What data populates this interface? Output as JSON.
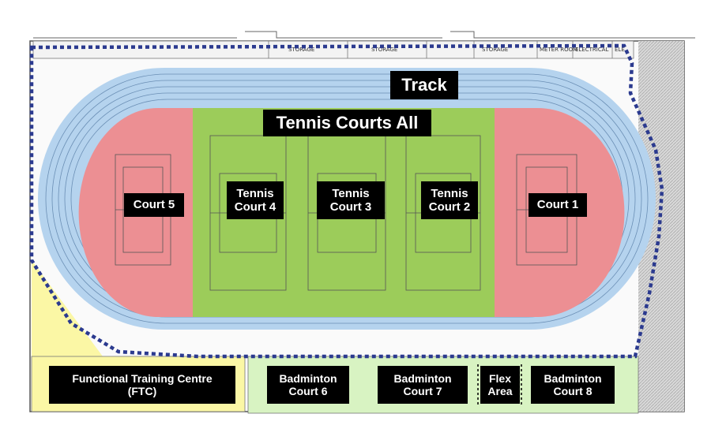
{
  "plan": {
    "top_rooms": [
      "STORAGE",
      "STORAGE",
      "STORAGE",
      "METER ROOM",
      "ELECTRICAL",
      "ELE"
    ],
    "zones": [
      {
        "key": "track",
        "label": "Track",
        "color": "#b5d3ee"
      },
      {
        "key": "tennis_all",
        "label": "Tennis Courts All",
        "color": "#9ccc5a"
      },
      {
        "key": "court5",
        "label": "Court 5",
        "color": "#ec8f93"
      },
      {
        "key": "tennis4",
        "label": "Tennis\nCourt 4",
        "color": "#9ccc5a"
      },
      {
        "key": "tennis3",
        "label": "Tennis\nCourt 3",
        "color": "#9ccc5a"
      },
      {
        "key": "tennis2",
        "label": "Tennis\nCourt 2",
        "color": "#9ccc5a"
      },
      {
        "key": "court1",
        "label": "Court 1",
        "color": "#ec8f93"
      },
      {
        "key": "ftc",
        "label": "Functional Training Centre\n(FTC)",
        "color": "#fbf7a5"
      },
      {
        "key": "badminton6",
        "label": "Badminton\nCourt 6",
        "color": "#d8f3c2"
      },
      {
        "key": "badminton7",
        "label": "Badminton\nCourt 7",
        "color": "#d8f3c2"
      },
      {
        "key": "flex",
        "label": "Flex\nArea",
        "color": "#d8f3c2"
      },
      {
        "key": "badminton8",
        "label": "Badminton\nCourt 8",
        "color": "#d8f3c2"
      }
    ],
    "boundary_color": "#2b3a8f"
  }
}
